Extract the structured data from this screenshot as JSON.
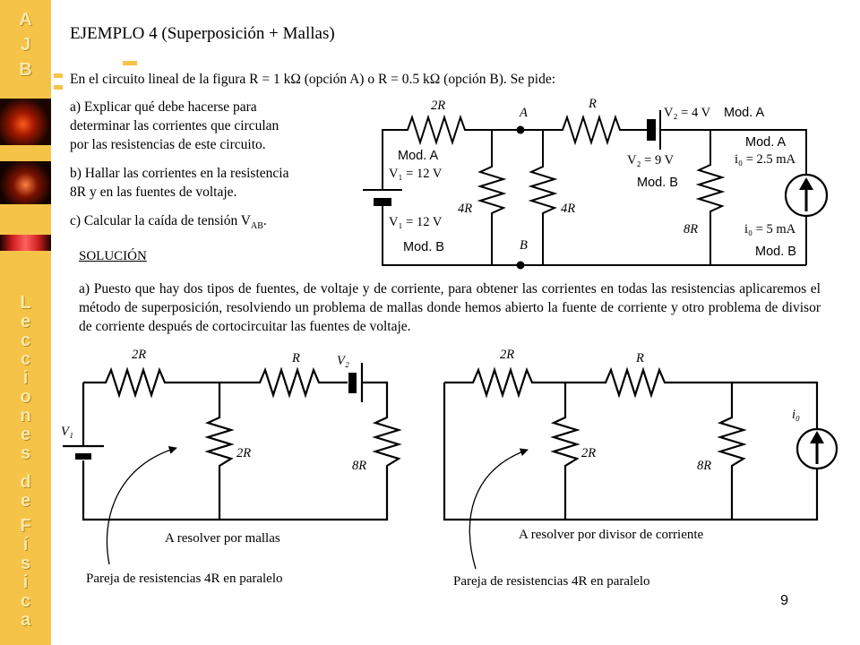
{
  "sidebar": {
    "initials": [
      "A",
      "J",
      "B"
    ],
    "vertical_words": [
      "L",
      "e",
      "c",
      "c",
      "i",
      "o",
      "n",
      "e",
      "s",
      "",
      "d",
      "e",
      "",
      "F",
      "í",
      "s",
      "i",
      "c",
      "a"
    ],
    "colors": {
      "background": "#f6c349",
      "letter": "#f8e8a8"
    }
  },
  "title": "EJEMPLO 4  (Superposición + Mallas)",
  "intro": "En el circuito lineal de la figura R = 1 kΩ (opción A) o R = 0.5 kΩ (opción B). Se pide:",
  "questions": {
    "a": [
      "a)  Explicar  qué  debe  hacerse  para",
      "determinar las corrientes que circulan",
      "por las resistencias de este circuito."
    ],
    "b": [
      "b) Hallar las corrientes en la resistencia",
      "8R y en las fuentes de voltaje."
    ],
    "c": "c) Calcular la caída de tensión V",
    "c_sub": "AB",
    "c_end": "."
  },
  "main_circuit": {
    "r_2r": "2R",
    "r_r": "R",
    "r_4r_left": "4R",
    "r_4r_right": "4R",
    "r_8r": "8R",
    "node_a": "A",
    "node_b": "B",
    "v2_mod_a": "V₂ = 4 V",
    "v2_mod_b": "V₂ = 9 V",
    "v1_mod_a": "V₁ = 12 V",
    "v1_mod_b": "V₁ = 12 V",
    "i0_mod_a": "i₀ = 2.5 mA",
    "i0_mod_b": "i₀ = 5 mA",
    "mod_a": "Mod. A",
    "mod_b": "Mod. B"
  },
  "solution_heading": "SOLUCIÓN",
  "solution_text": "a) Puesto que hay dos tipos de fuentes, de voltaje y de corriente, para obtener las corrientes en todas las resistencias aplicaremos el método de superposición, resolviendo un problema de mallas donde hemos abierto la fuente de corriente y otro problema de divisor de corriente después de cortocircuitar las fuentes de voltaje.",
  "left_circuit": {
    "r_2r_top": "2R",
    "r_r": "R",
    "v2": "V₂",
    "v1": "V₁",
    "r_2r_mid": "2R",
    "r_8r": "8R",
    "caption": "A resolver por mallas",
    "note": "Pareja de resistencias 4R en paralelo"
  },
  "right_circuit": {
    "r_2r_top": "2R",
    "r_r": "R",
    "i0": "i₀",
    "r_2r_mid": "2R",
    "r_8r": "8R",
    "caption": "A resolver por divisor de corriente",
    "note": "Pareja de resistencias 4R en paralelo"
  },
  "page_number": "9"
}
